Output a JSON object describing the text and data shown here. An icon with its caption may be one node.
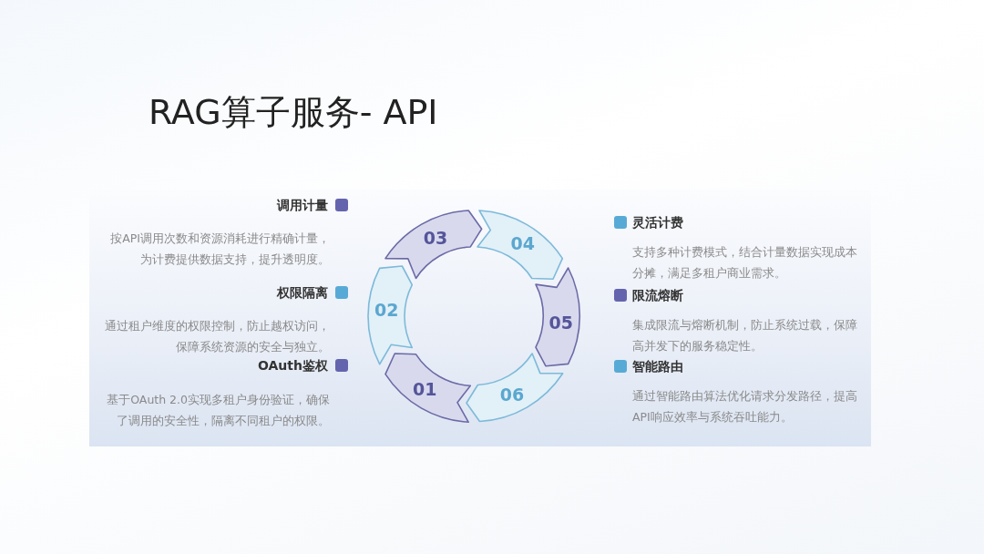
{
  "diagram": {
    "title": "RAG算子服务- API",
    "nodes": [
      {
        "text": [
          "01"
        ]
      },
      {
        "text": [
          "02"
        ]
      },
      {
        "text": [
          "03"
        ]
      },
      {
        "text": [
          "04"
        ]
      },
      {
        "text": [
          "05"
        ]
      },
      {
        "text": [
          "06"
        ]
      }
    ],
    "labels": [
      "调用计量",
      "按API调用次数和资源消耗进行精确计量，为计费提供数据支持，提升透明度。",
      "权限隔离",
      "通过租户维度的权限控制，防止越权访问，保障系统资源的安全与独立。",
      "OAuth鉴权",
      "基于OAuth 2.0实现多租户身份验证，确保了调用的安全性，隔离不同租户的权限。",
      "灵活计费",
      "支持多种计费模式，结合计量数据实现成本分摊，满足多租户商业需求。",
      "限流熔断",
      "集成限流与熔断机制，防止系统过载，保障高并发下的服务稳定性。",
      "智能路由",
      "通过智能路由算法优化请求分发路径，提高API响应效率与系统吞吐能力。"
    ]
  }
}
